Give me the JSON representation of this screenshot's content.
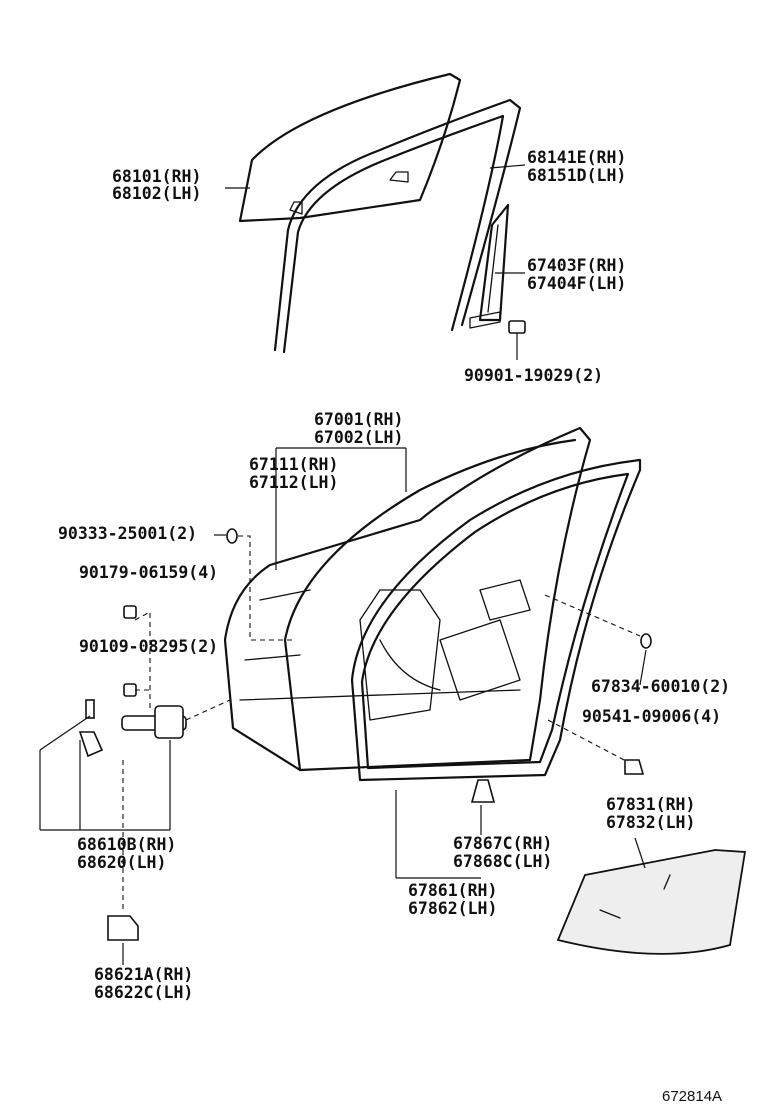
{
  "labels": {
    "glass": [
      "68101(RH)",
      "68102(LH)"
    ],
    "run": [
      "68141E(RH)",
      "68151D(LH)"
    ],
    "frame": [
      "67403F(RH)",
      "67404F(LH)"
    ],
    "screw1": "90901-19029(2)",
    "panel": [
      "67001(RH)",
      "67002(LH)"
    ],
    "panel_sub": [
      "67111(RH)",
      "67112(LH)"
    ],
    "plug": "90333-25001(2)",
    "bolt": "90179-06159(4)",
    "bolt2": "90109-08295(2)",
    "hole_plug": "67834-60010(2)",
    "cushion": "90541-09006(4)",
    "hinge": [
      "68610B(RH)",
      "68620(LH)"
    ],
    "clip": [
      "67867C(RH)",
      "67868C(LH)"
    ],
    "seal": [
      "67861(RH)",
      "67862(LH)"
    ],
    "sheet": [
      "67831(RH)",
      "67832(LH)"
    ],
    "check": [
      "68621A(RH)",
      "68622C(LH)"
    ]
  },
  "reference_code": "672814A"
}
